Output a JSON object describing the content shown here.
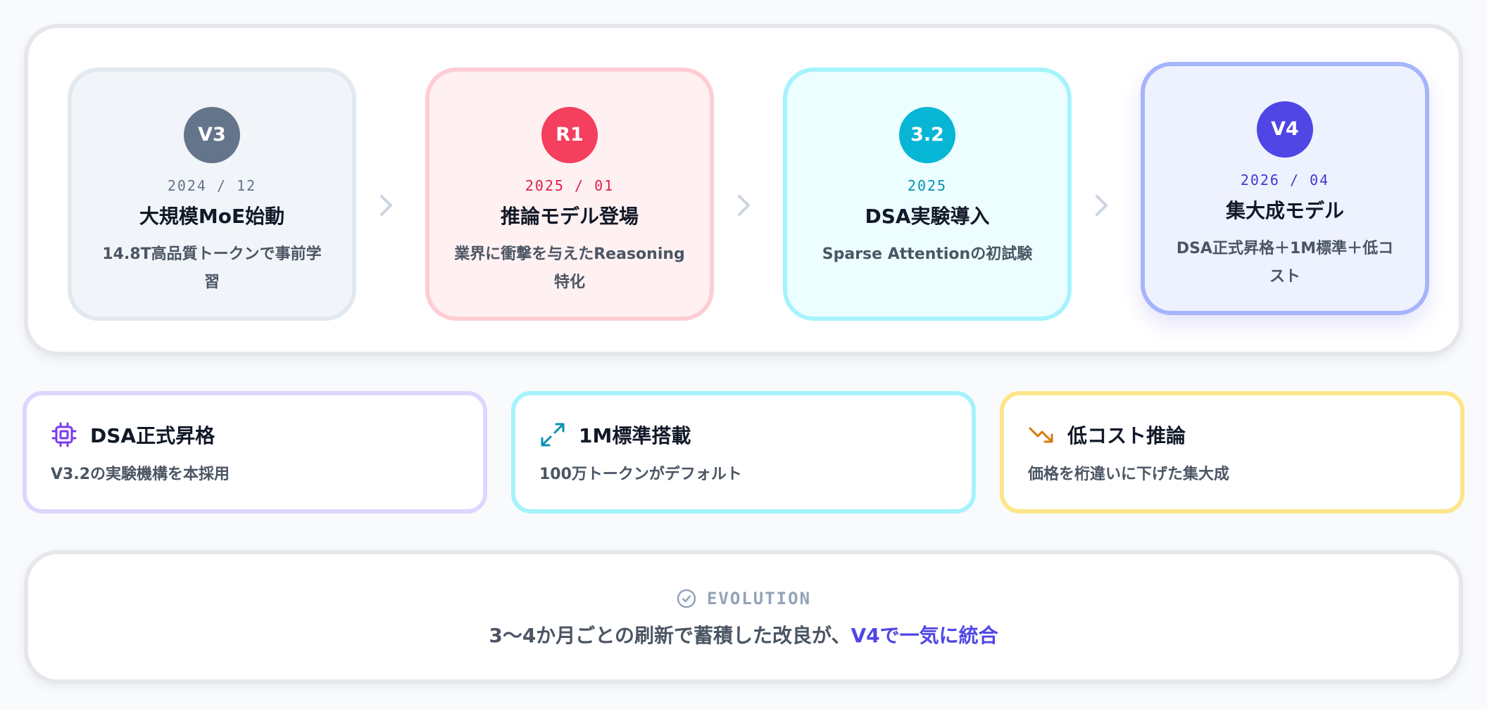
{
  "timeline": {
    "milestones": [
      {
        "badge": "V3",
        "date": "2024 / 12",
        "title": "大規模MoE始動",
        "desc": "14.8T高品質トークンで事前学習",
        "color": "#64748b",
        "bg": "#f1f5f9",
        "border": "#e2e8f0",
        "date_color": "#64748b"
      },
      {
        "badge": "R1",
        "date": "2025 / 01",
        "title": "推論モデル登場",
        "desc": "業界に衝撃を与えたReasoning特化",
        "color": "#f43f5e",
        "bg": "#fff1f2",
        "border": "#fecdd3",
        "date_color": "#e11d48"
      },
      {
        "badge": "3.2",
        "date": "2025",
        "title": "DSA実験導入",
        "desc": "Sparse Attentionの初試験",
        "color": "#06b6d4",
        "bg": "#ecfeff",
        "border": "#a5f3fc",
        "date_color": "#0891b2"
      },
      {
        "badge": "V4",
        "date": "2026 / 04",
        "title": "集大成モデル",
        "desc": "DSA正式昇格＋1M標準＋低コスト",
        "color": "#4f46e5",
        "bg": "#eef2ff",
        "border": "#a5b4fc",
        "date_color": "#4338ca"
      }
    ]
  },
  "features": [
    {
      "icon": "chip-icon",
      "title": "DSA正式昇格",
      "desc": "V3.2の実験機構を本採用",
      "border": "#ddd6fe",
      "icon_color": "#7c3aed"
    },
    {
      "icon": "expand-icon",
      "title": "1M標準搭載",
      "desc": "100万トークンがデフォルト",
      "border": "#a5f3fc",
      "icon_color": "#0891b2"
    },
    {
      "icon": "trending-down-icon",
      "title": "低コスト推論",
      "desc": "価格を桁違いに下げた集大成",
      "border": "#fde68a",
      "icon_color": "#d97706"
    }
  ],
  "evolution": {
    "label": "EVOLUTION",
    "text": "3〜4か月ごとの刷新で蓄積した改良が、",
    "highlight": "V4で一気に統合"
  }
}
